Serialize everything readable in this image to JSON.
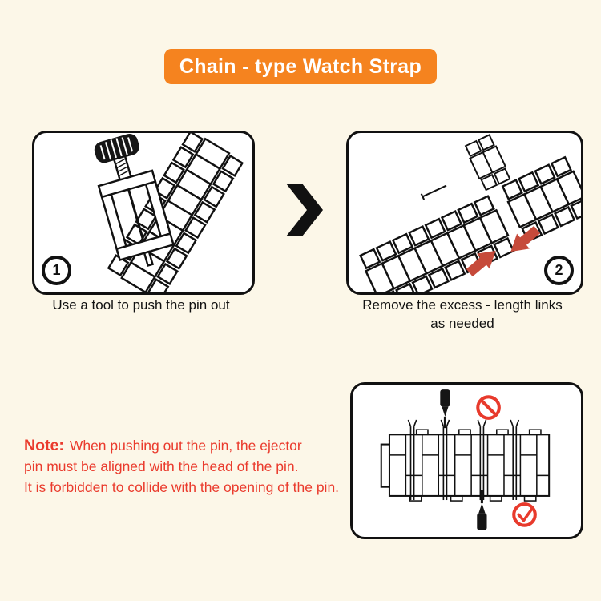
{
  "title": "Chain - type Watch Strap",
  "steps": [
    {
      "number": "1",
      "caption_lines": [
        "Use a tool to push the pin out",
        ""
      ]
    },
    {
      "number": "2",
      "caption_lines": [
        "Remove the excess - length links",
        "as needed"
      ]
    }
  ],
  "note": {
    "label": "Note:",
    "lines": [
      "When pushing out the pin, the ejector",
      "pin must be aligned with the head of the pin.",
      "It is forbidden to collide with the opening of the pin."
    ]
  },
  "colors": {
    "background": "#fcf7e8",
    "banner_orange": "#f5831f",
    "note_red": "#ea3b2d",
    "arrow_red": "#c64a3a",
    "line_black": "#111111",
    "panel_white": "#ffffff"
  },
  "icons": {
    "chevron-right-icon": "solid black chevron between step 1 and step 2",
    "prohibition-icon": "red circle with slash (wrong pin position)",
    "check-icon": "red circle with checkmark (correct pin position)",
    "red-arrow-icon": "red block arrows pointing at the link junction"
  }
}
